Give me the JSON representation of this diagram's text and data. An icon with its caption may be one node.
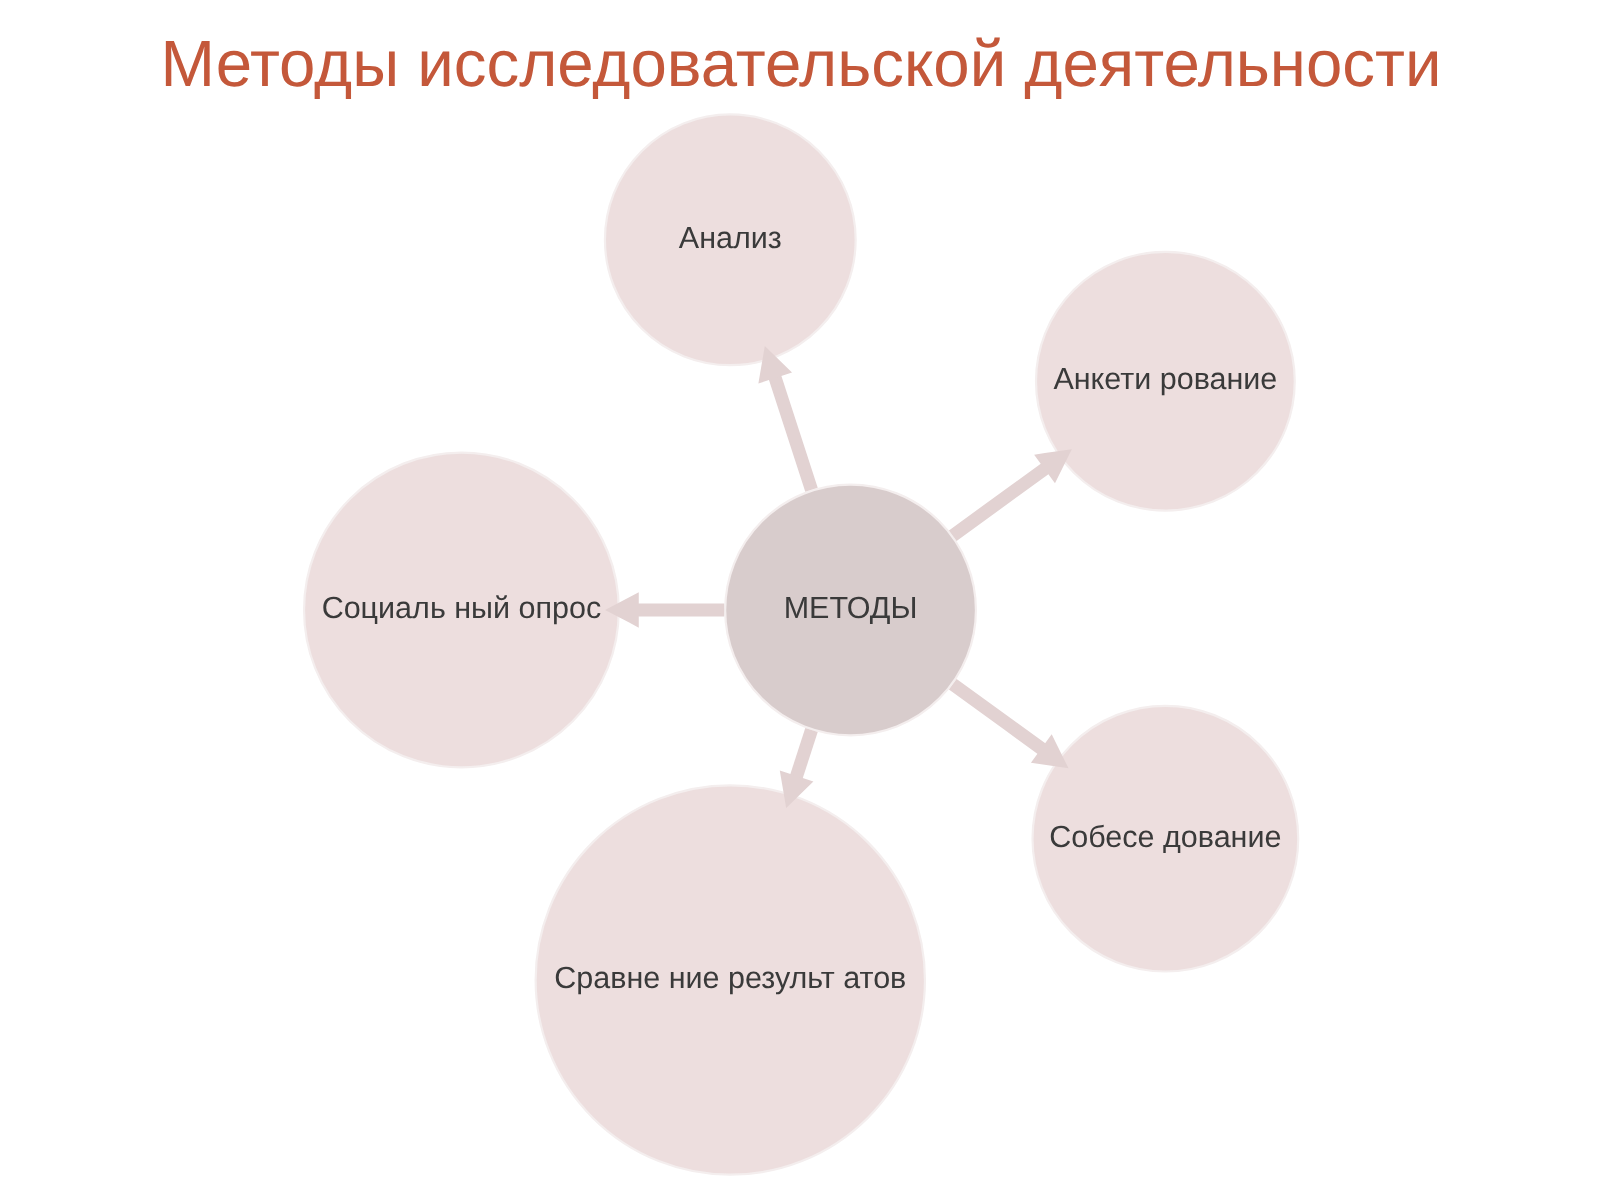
{
  "diagram": {
    "title": "Методы исследовательской деятельности",
    "nodes": [
      {
        "text": [
          "Анкети рование"
        ]
      },
      {
        "text": [
          "Анализ"
        ]
      },
      {
        "text": [
          "Социаль ный опрос"
        ]
      },
      {
        "text": [
          "МЕТОДЫ"
        ]
      },
      {
        "text": [
          "Сравне ние результ атов"
        ]
      },
      {
        "text": [
          "Собесе дование"
        ]
      }
    ],
    "edges": [
      {
        "from": 3,
        "to": 0,
        "arrow": "to"
      },
      {
        "from": 3,
        "to": 2,
        "arrow": "to"
      },
      {
        "from": 3,
        "to": 5,
        "arrow": "to"
      },
      {
        "from": 3,
        "to": 4,
        "arrow": "to"
      },
      {
        "from": 3,
        "to": 1,
        "arrow": "to"
      }
    ]
  }
}
